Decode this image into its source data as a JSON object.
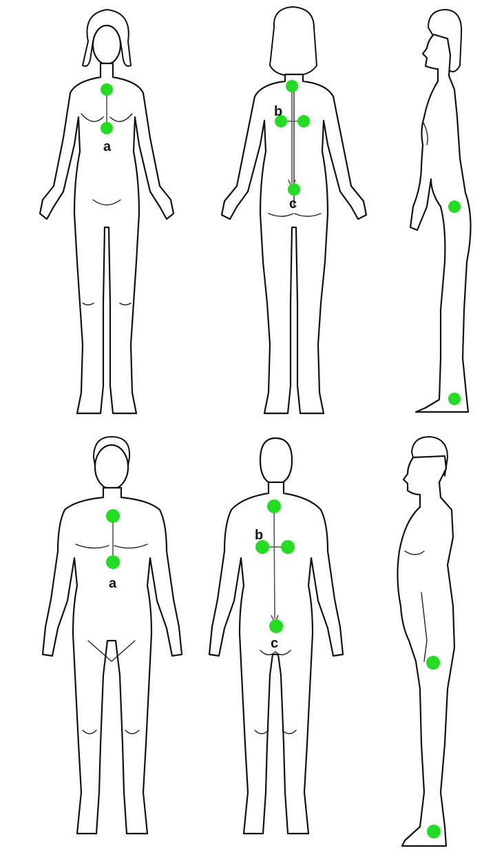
{
  "marker_color": "#22dd22",
  "labels": {
    "a": "a",
    "b": "b",
    "c": "c"
  },
  "figures": [
    {
      "name": "female-front",
      "markers": [
        "sternum-top",
        "sternum-bottom"
      ],
      "label": "a"
    },
    {
      "name": "female-back",
      "markers": [
        "upper-spine",
        "left-scapula",
        "right-scapula",
        "lower-spine"
      ],
      "labels": [
        "b",
        "c"
      ]
    },
    {
      "name": "female-side",
      "markers": [
        "hip",
        "ankle"
      ]
    },
    {
      "name": "male-front",
      "markers": [
        "sternum-top",
        "sternum-bottom"
      ],
      "label": "a"
    },
    {
      "name": "male-back",
      "markers": [
        "upper-spine",
        "left-scapula",
        "right-scapula",
        "lower-spine"
      ],
      "labels": [
        "b",
        "c"
      ]
    },
    {
      "name": "male-side",
      "markers": [
        "hip",
        "ankle"
      ]
    }
  ]
}
